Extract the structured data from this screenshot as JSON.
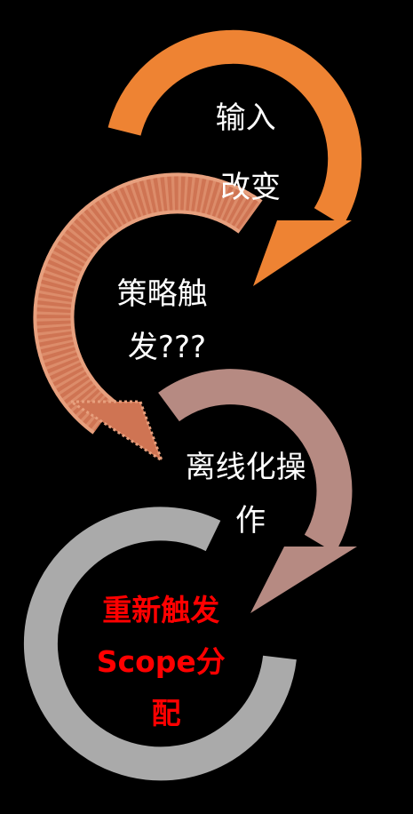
{
  "colors": {
    "background": "#000000",
    "step1_arrow": "#EE8333",
    "step2_arrow": "#CF7453",
    "step2_dots": "#E7A07E",
    "step3_arrow": "#B68A82",
    "step4_ring": "#AAAAAA",
    "text": "#FFFFFF",
    "highlight_text": "#FF0000"
  },
  "steps": [
    {
      "lines": [
        "输入",
        "改变"
      ]
    },
    {
      "lines": [
        "策略触",
        "发???"
      ]
    },
    {
      "lines": [
        "离线化操",
        "作"
      ]
    },
    {
      "lines": [
        "重新触发",
        "Scope分",
        "配"
      ]
    }
  ]
}
